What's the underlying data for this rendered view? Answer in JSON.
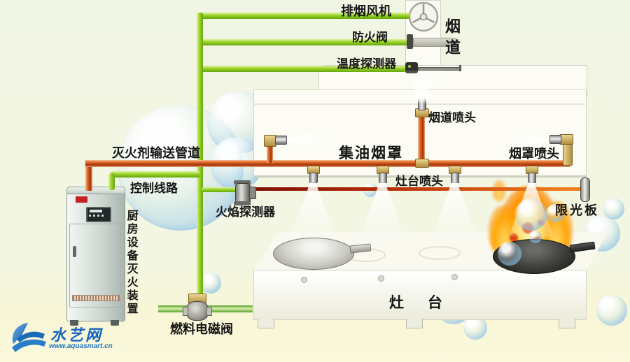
{
  "labels": {
    "exhaust_fan": "排烟风机",
    "fire_damper": "防火阀",
    "temperature_detector": "温度探测器",
    "flue": "烟道",
    "flue_nozzle": "烟道喷头",
    "agent_pipe": "灭火剂输送管道",
    "grease_hood": "集油烟罩",
    "hood_nozzle": "烟罩喷头",
    "control_line": "控制线路",
    "stove_nozzle": "灶台喷头",
    "flame_detector": "火焰探测器",
    "light_limit_board": "限光板",
    "extinguisher_unit": "厨房设备灭火装置",
    "fuel_solenoid_valve": "燃料电磁阀",
    "stove": "灶 台"
  },
  "logo": {
    "brand": "水艺网",
    "url": "www.aquasmart.cn"
  },
  "colors": {
    "background": "#f3f6e2",
    "pipe_orange": "#c2410c",
    "line_green": "#8ccf1d",
    "flame_orange": "#ff9900",
    "logo_blue": "#1565c0"
  }
}
